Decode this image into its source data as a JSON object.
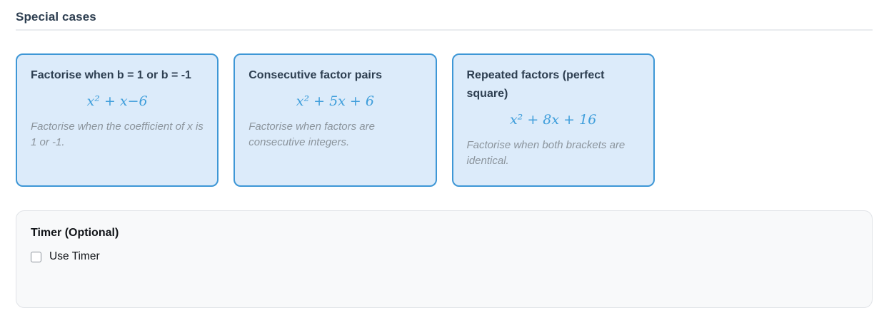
{
  "page": {
    "section_title": "Special cases"
  },
  "colors": {
    "card_background": "#dcebfa",
    "card_border": "#3e97d6",
    "equation_blue": "#3f9edb",
    "title_dark_slate": "#2d3e50",
    "description_gray": "#8b949c",
    "divider_gray": "#e9ecef",
    "timer_panel_background": "#f8f9fa",
    "timer_panel_border": "#e0e3e7"
  },
  "cards": [
    {
      "title": "Factorise when b = 1 or b = -1",
      "equation": "x² + x−6",
      "description": "Factorise when the coefficient of x is 1 or -1."
    },
    {
      "title": "Consecutive factor pairs",
      "equation": "x² + 5x + 6",
      "description": "Factorise when factors are consecutive integers."
    },
    {
      "title": "Repeated factors (perfect square)",
      "equation": "x² + 8x + 16",
      "description": "Factorise when both brackets are identical."
    }
  ],
  "timer": {
    "title": "Timer (Optional)",
    "checkbox_label": "Use Timer",
    "checkbox_checked": false
  }
}
